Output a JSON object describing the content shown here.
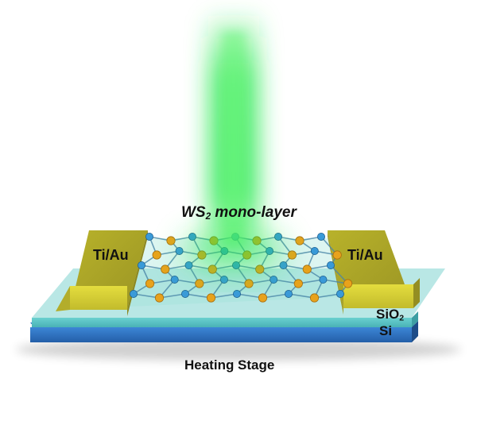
{
  "labels": {
    "monolayer_main": "WS",
    "monolayer_sub": "2",
    "monolayer_tail": " mono-layer",
    "electrode_left": "Ti/Au",
    "electrode_right": "Ti/Au",
    "oxide_main": "SiO",
    "oxide_sub": "2",
    "substrate": "Si",
    "stage": "Heating Stage"
  },
  "colors": {
    "laser": "#22e84a",
    "electrode_gold": "#d6cf33",
    "silicon_blue": "#2f74c8",
    "oxide_teal": "#58c4c4",
    "atom_sulfur": "#e8a21c",
    "atom_tungsten": "#3a9ad8"
  }
}
